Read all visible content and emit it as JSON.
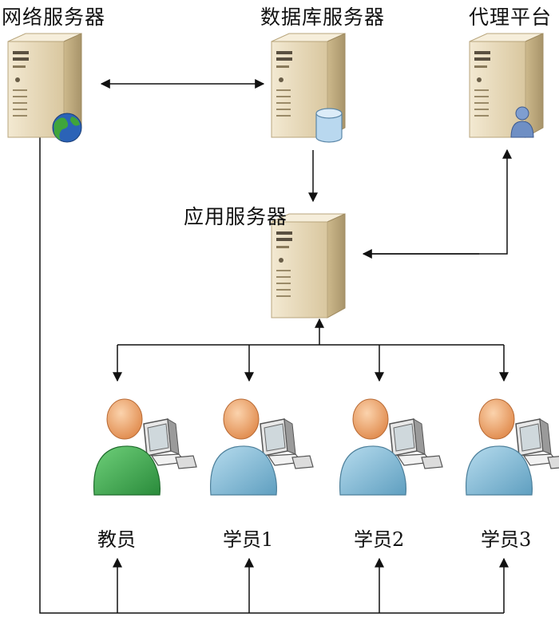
{
  "servers": {
    "web": {
      "label": "网络服务器",
      "badge_icon": "globe-icon"
    },
    "db": {
      "label": "数据库服务器",
      "badge_icon": "database-cylinder-icon"
    },
    "proxy": {
      "label": "代理平台",
      "badge_icon": "user-icon"
    },
    "app": {
      "label": "应用服务器",
      "badge_icon": ""
    }
  },
  "users": [
    {
      "label": "教员",
      "role": "teacher",
      "color": "#3aa84a"
    },
    {
      "label": "学员1",
      "role": "student",
      "color": "#7cb8d6"
    },
    {
      "label": "学员2",
      "role": "student",
      "color": "#7cb8d6"
    },
    {
      "label": "学员3",
      "role": "student",
      "color": "#7cb8d6"
    }
  ],
  "colors": {
    "server_body": "#e9dcc0",
    "server_shade": "#c9b890",
    "connector": "#111111",
    "head": "#f3a56b"
  }
}
